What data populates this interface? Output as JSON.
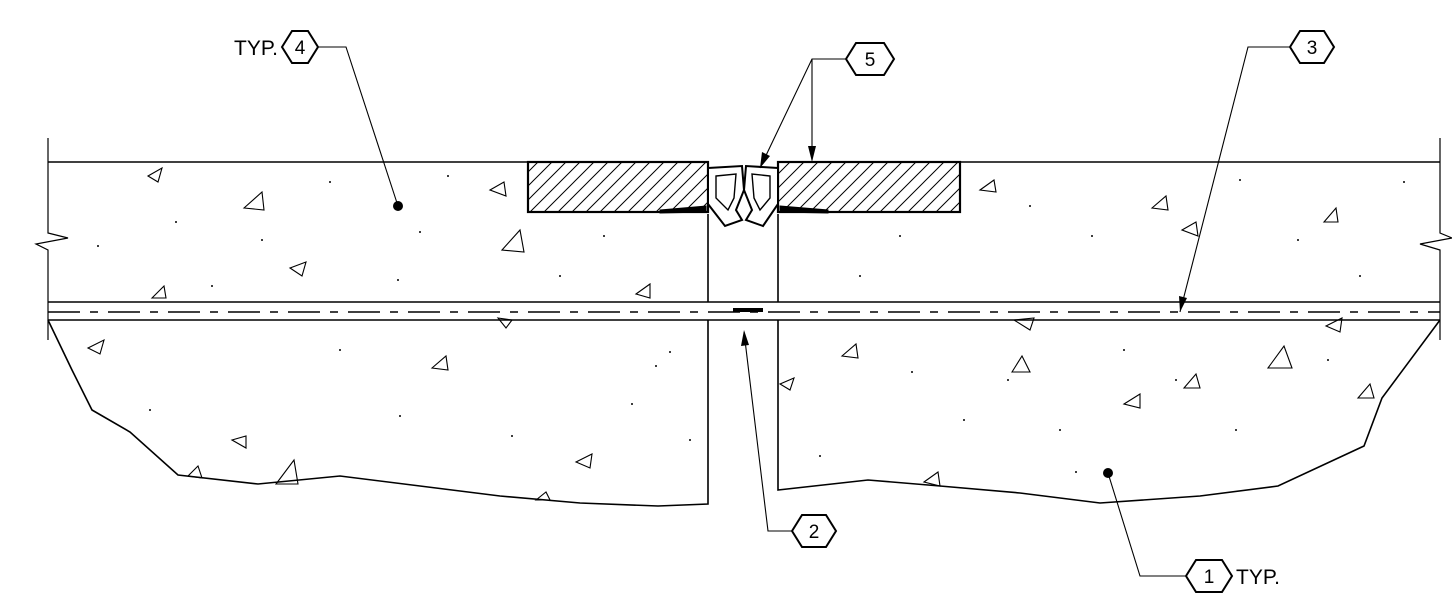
{
  "drawing": {
    "colors": {
      "line": "#000000",
      "background": "#ffffff"
    },
    "callouts": {
      "c1": {
        "number": "1",
        "note": "TYP."
      },
      "c2": {
        "number": "2",
        "note": ""
      },
      "c3": {
        "number": "3",
        "note": ""
      },
      "c4": {
        "number": "4",
        "note": "TYP."
      },
      "c5": {
        "number": "5",
        "note": ""
      }
    }
  }
}
